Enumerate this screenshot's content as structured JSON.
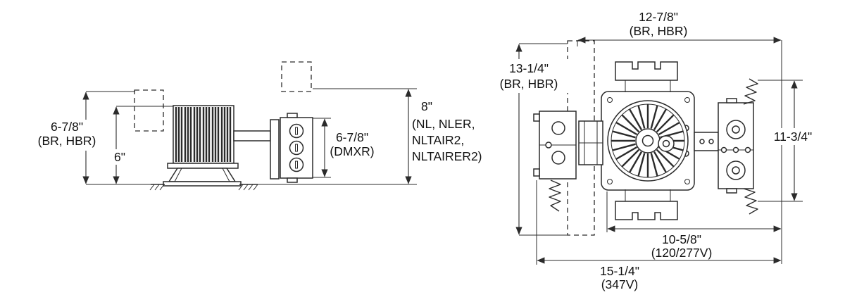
{
  "diagram": {
    "side_view": {
      "dim_height_br": {
        "value": "6-7/8\"",
        "sub": "(BR, HBR)"
      },
      "dim_height_inner": {
        "value": "6\""
      },
      "dim_dmxr": {
        "value": "6-7/8\"",
        "sub": "(DMXR)"
      },
      "dim_nl": {
        "value": "8\"",
        "sub1": "(NL, NLER,",
        "sub2": "NLTAIR2,",
        "sub3": "NLTAIRER2)"
      }
    },
    "top_view": {
      "dim_width_br": {
        "value": "12-7/8\"",
        "sub": "(BR, HBR)"
      },
      "dim_height_br": {
        "value": "13-1/4\"",
        "sub": "(BR, HBR)"
      },
      "dim_height_housing": {
        "value": "11-3/4\""
      },
      "dim_width_120": {
        "value": "10-5/8\"",
        "sub": "(120/277V)"
      },
      "dim_width_347": {
        "value": "15-1/4\"",
        "sub": "(347V)"
      }
    }
  }
}
